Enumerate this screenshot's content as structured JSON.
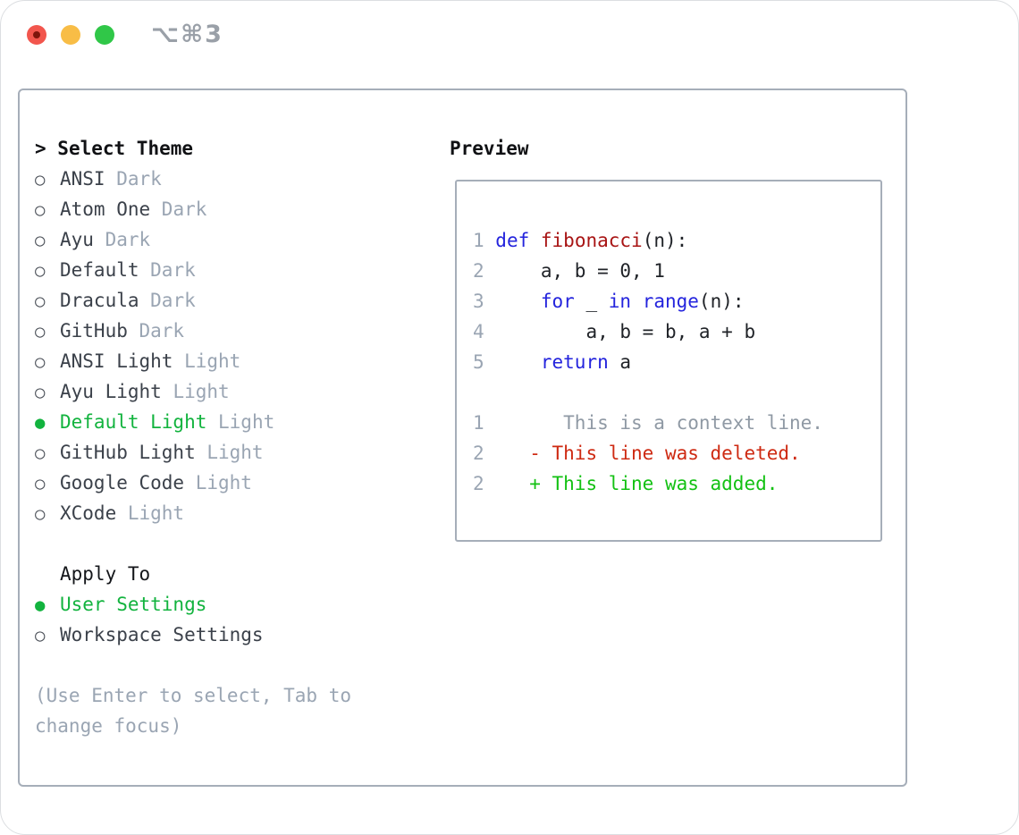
{
  "colors": {
    "accent_green": "#12b33e",
    "keyword_blue": "#2424dd",
    "function_red": "#a81414",
    "diff_deleted_red": "#ce2a12",
    "diff_added_green": "#13c113",
    "muted_gray": "#9aa5b3",
    "border_gray": "#a6aeb9",
    "traffic_red": "#f2564d",
    "traffic_yellow": "#f8bd46",
    "traffic_green": "#30c748"
  },
  "titlebar": {
    "shortcut": "⌥⌘3"
  },
  "selector": {
    "prompt": "> ",
    "title": "Select Theme",
    "themes": [
      {
        "label": "ANSI",
        "variant": "Dark",
        "selected": false
      },
      {
        "label": "Atom One",
        "variant": "Dark",
        "selected": false
      },
      {
        "label": "Ayu",
        "variant": "Dark",
        "selected": false
      },
      {
        "label": "Default",
        "variant": "Dark",
        "selected": false
      },
      {
        "label": "Dracula",
        "variant": "Dark",
        "selected": false
      },
      {
        "label": "GitHub",
        "variant": "Dark",
        "selected": false
      },
      {
        "label": "ANSI Light",
        "variant": "Light",
        "selected": false
      },
      {
        "label": "Ayu Light",
        "variant": "Light",
        "selected": false
      },
      {
        "label": "Default Light",
        "variant": "Light",
        "selected": true
      },
      {
        "label": "GitHub Light",
        "variant": "Light",
        "selected": false
      },
      {
        "label": "Google Code",
        "variant": "Light",
        "selected": false
      },
      {
        "label": "XCode",
        "variant": "Light",
        "selected": false
      }
    ],
    "apply_to": {
      "title": "Apply To",
      "options": [
        {
          "label": "User Settings",
          "selected": true
        },
        {
          "label": "Workspace Settings",
          "selected": false
        }
      ]
    },
    "hint_lines": [
      "(Use Enter to select, Tab to",
      "change focus)"
    ]
  },
  "preview": {
    "title": "Preview",
    "lines": [
      {
        "segments": [
          {
            "text": "1 ",
            "style": "num"
          },
          {
            "text": "def",
            "style": "kw"
          },
          {
            "text": " ",
            "style": "plain"
          },
          {
            "text": "fibonacci",
            "style": "fn"
          },
          {
            "text": "(n):",
            "style": "plain"
          }
        ]
      },
      {
        "segments": [
          {
            "text": "2 ",
            "style": "num"
          },
          {
            "text": "    a, b = 0, 1",
            "style": "plain"
          }
        ]
      },
      {
        "segments": [
          {
            "text": "3 ",
            "style": "num"
          },
          {
            "text": "    ",
            "style": "plain"
          },
          {
            "text": "for",
            "style": "kw"
          },
          {
            "text": " _ ",
            "style": "plain"
          },
          {
            "text": "in",
            "style": "kw"
          },
          {
            "text": " ",
            "style": "plain"
          },
          {
            "text": "range",
            "style": "kw"
          },
          {
            "text": "(n):",
            "style": "plain"
          }
        ]
      },
      {
        "segments": [
          {
            "text": "4 ",
            "style": "num"
          },
          {
            "text": "        a, b = b, a + b",
            "style": "plain"
          }
        ]
      },
      {
        "segments": [
          {
            "text": "5 ",
            "style": "num"
          },
          {
            "text": "    ",
            "style": "plain"
          },
          {
            "text": "return",
            "style": "kw"
          },
          {
            "text": " a",
            "style": "plain"
          }
        ]
      },
      {
        "segments": []
      },
      {
        "segments": [
          {
            "text": "1 ",
            "style": "num"
          },
          {
            "text": "      This is a context line.",
            "style": "ctx"
          }
        ]
      },
      {
        "segments": [
          {
            "text": "2 ",
            "style": "num"
          },
          {
            "text": "   ",
            "style": "plain"
          },
          {
            "text": "- This line was deleted.",
            "style": "del"
          }
        ]
      },
      {
        "segments": [
          {
            "text": "2 ",
            "style": "num"
          },
          {
            "text": "   ",
            "style": "plain"
          },
          {
            "text": "+ This line was added.",
            "style": "add"
          }
        ]
      }
    ]
  }
}
